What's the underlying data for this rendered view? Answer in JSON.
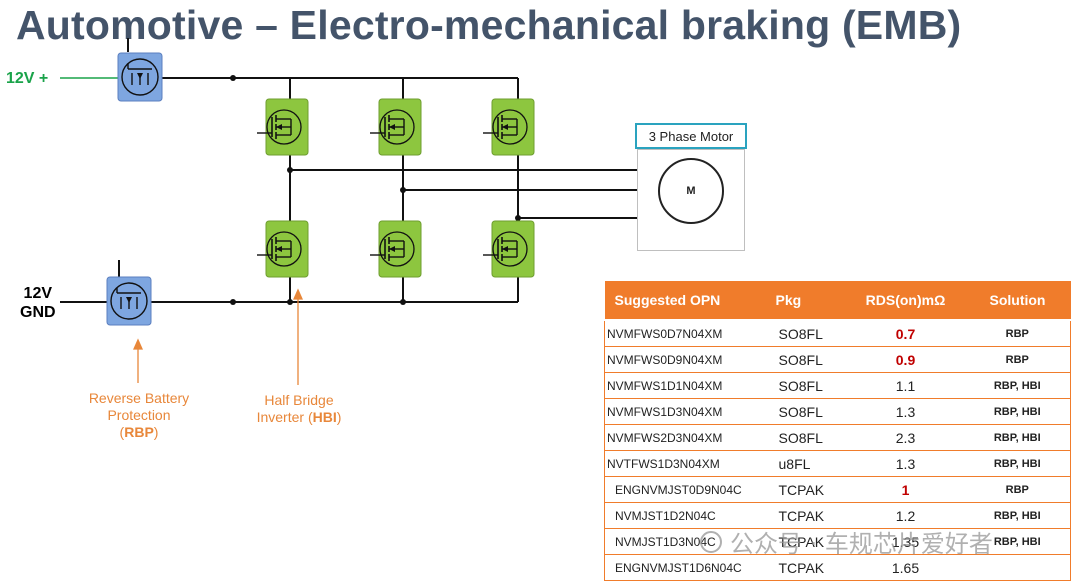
{
  "title": "Automotive – Electro-mechanical braking (EMB)",
  "supply": {
    "positive": "12V +",
    "ground_line1": "12V",
    "ground_line2": "GND"
  },
  "motor": {
    "label": "3 Phase Motor",
    "symbol": "M"
  },
  "callouts": {
    "rbp": {
      "line1": "Reverse Battery",
      "line2": "Protection",
      "open": "(",
      "abbr": "RBP",
      "close": ")"
    },
    "hbi": {
      "line1": "Half Bridge",
      "line2_prefix": "Inverter (",
      "abbr": "HBI",
      "close": ")"
    }
  },
  "table": {
    "headers": [
      "Suggested OPN",
      "Pkg",
      "RDS(on)mΩ",
      "Solution"
    ],
    "rows": [
      {
        "opn": "NVMFWS0D7N04XM",
        "pkg": "SO8FL",
        "rds": "0.7",
        "solution": "RBP"
      },
      {
        "opn": "NVMFWS0D9N04XM",
        "pkg": "SO8FL",
        "rds": "0.9",
        "solution": "RBP"
      },
      {
        "opn": "NVMFWS1D1N04XM",
        "pkg": "SO8FL",
        "rds": "1.1",
        "solution": "RBP, HBI"
      },
      {
        "opn": "NVMFWS1D3N04XM",
        "pkg": "SO8FL",
        "rds": "1.3",
        "solution": "RBP, HBI"
      },
      {
        "opn": "NVMFWS2D3N04XM",
        "pkg": "SO8FL",
        "rds": "2.3",
        "solution": "RBP, HBI"
      },
      {
        "opn": "NVTFWS1D3N04XM",
        "pkg": "u8FL",
        "rds": "1.3",
        "solution": "RBP, HBI"
      },
      {
        "opn": "ENGNVMJST0D9N04C",
        "pkg": "TCPAK",
        "rds": "1",
        "solution": "RBP"
      },
      {
        "opn": "NVMJST1D2N04C",
        "pkg": "TCPAK",
        "rds": "1.2",
        "solution": "RBP, HBI"
      },
      {
        "opn": "NVMJST1D3N04C",
        "pkg": "TCPAK",
        "rds": "1.35",
        "solution": "RBP, HBI"
      },
      {
        "opn": "ENGNVMJST1D6N04C",
        "pkg": "TCPAK",
        "rds": "1.65",
        "solution": ""
      }
    ]
  },
  "watermark": "公众号 · 车规芯片爱好者",
  "colors": {
    "mosfet_hbi": "#8dc63f",
    "mosfet_rbp": "#7ea6e0",
    "table_header": "#f07c2b",
    "callout": "#e8873a",
    "positive": "#1aa34a"
  }
}
